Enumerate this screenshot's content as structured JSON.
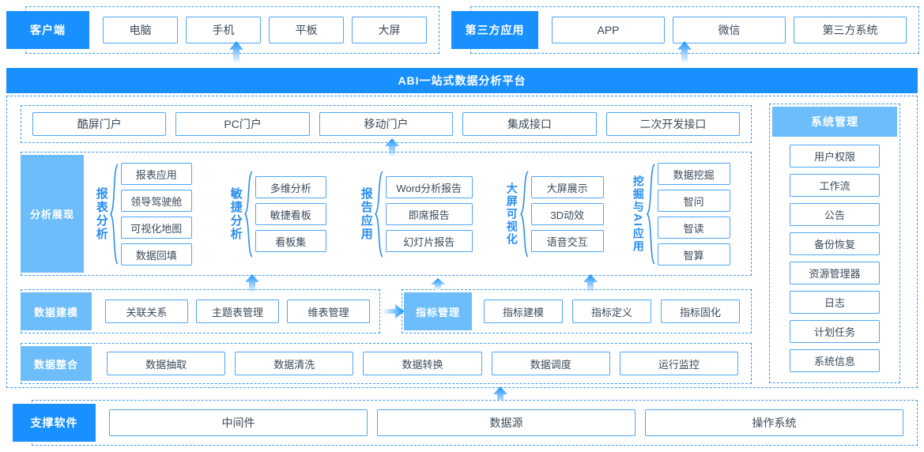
{
  "platform": {
    "title": "ABI一站式数据分析平台"
  },
  "client_row": {
    "label": "客户端",
    "items": [
      "电脑",
      "手机",
      "平板",
      "大屏"
    ]
  },
  "third_party_row": {
    "label": "第三方应用",
    "items": [
      "APP",
      "微信",
      "第三方系统"
    ]
  },
  "portal_row": {
    "items": [
      "酷屏门户",
      "PC门户",
      "移动门户",
      "集成接口",
      "二次开发接口"
    ]
  },
  "analysis": {
    "label": "分析展现",
    "groups": [
      {
        "title": "报表分析",
        "items": [
          "报表应用",
          "领导驾驶舱",
          "可视化地图",
          "数据回填"
        ]
      },
      {
        "title": "敏捷分析",
        "items": [
          "多维分析",
          "敏捷看板",
          "看板集"
        ]
      },
      {
        "title": "报告应用",
        "items": [
          "Word分析报告",
          "即席报告",
          "幻灯片报告"
        ]
      },
      {
        "title": "大屏可视化",
        "items": [
          "大屏展示",
          "3D动效",
          "语音交互"
        ]
      },
      {
        "title": "挖掘与AI应用",
        "items": [
          "数据挖掘",
          "智问",
          "智读",
          "智算"
        ]
      }
    ]
  },
  "system_management": {
    "label": "系统管理",
    "items": [
      "用户权限",
      "工作流",
      "公告",
      "备份恢复",
      "资源管理器",
      "日志",
      "计划任务",
      "系统信息"
    ]
  },
  "data_modeling": {
    "label": "数据建模",
    "items": [
      "关联关系",
      "主题表管理",
      "维表管理"
    ]
  },
  "metric_management": {
    "label": "指标管理",
    "items": [
      "指标建模",
      "指标定义",
      "指标固化"
    ]
  },
  "data_integration": {
    "label": "数据整合",
    "items": [
      "数据抽取",
      "数据清洗",
      "数据转换",
      "数据调度",
      "运行监控"
    ]
  },
  "support_software": {
    "label": "支撑软件",
    "items": [
      "中间件",
      "数据源",
      "操作系统"
    ]
  },
  "colors": {
    "primary_blue": "#1890ff",
    "soft_blue": "#6ebdfb",
    "box_border": "#4ea6f5",
    "dashed_border": "#3d9bf0",
    "brace_blue": "#2a8ef0",
    "text_dark": "#3a4a5a"
  },
  "icons": {
    "arrow_up": "arrow-up-icon",
    "arrow_right": "arrow-right-icon",
    "brace": "curly-brace-icon"
  }
}
